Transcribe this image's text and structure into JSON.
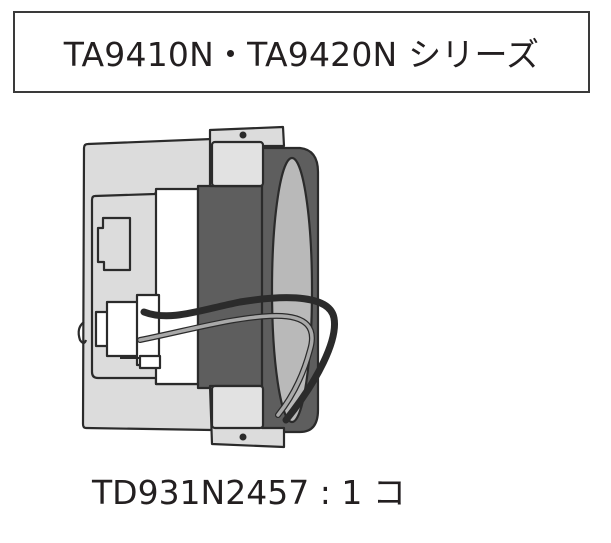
{
  "header": {
    "title": "TA9410N・TA9420N シリーズ"
  },
  "figure": {
    "description": "Adapter module with connector and wiring harness",
    "colors": {
      "outline": "#2b2b2b",
      "light_gray": "#dcdcdc",
      "mid_gray": "#bdbdbd",
      "dark_gray": "#5e5e5e",
      "white": "#ffffff"
    }
  },
  "caption": {
    "part_number": "TD931N2457",
    "separator": "：",
    "quantity": "1",
    "unit": "コ",
    "full": "TD931N2457 : 1 コ"
  }
}
